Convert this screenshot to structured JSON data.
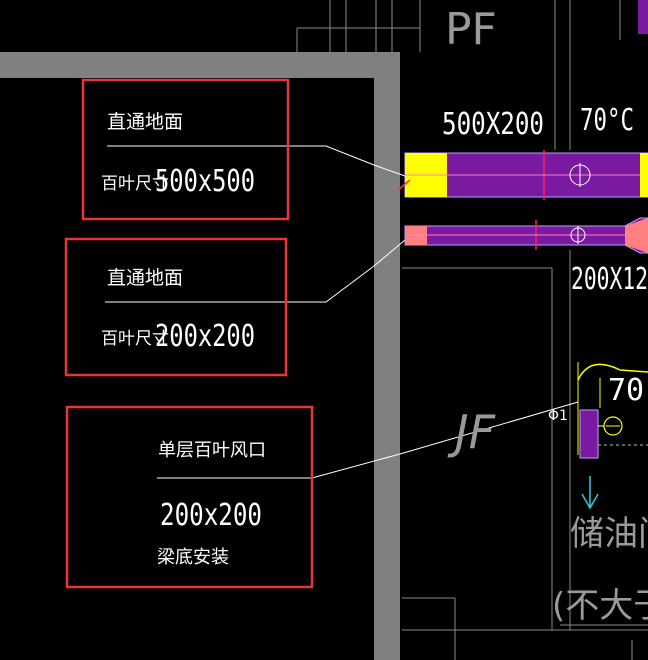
{
  "annotations": [
    {
      "line1": "直通地面",
      "line2": "百叶尺寸",
      "size": "500x500"
    },
    {
      "line1": "直通地面",
      "line2": "百叶尺寸",
      "size": "200x200"
    },
    {
      "line1": "单层百叶风口",
      "size": "200x200",
      "line3": "梁底安装"
    }
  ],
  "duct_labels": {
    "upper_size": "500X200",
    "upper_temp": "70°C",
    "lower_size": "200X12",
    "right_temp": "70",
    "small_label": "Φ1"
  },
  "room_labels": {
    "pf": "PF",
    "jf": "JF",
    "storage": "储油间",
    "note": "(不大于"
  },
  "colors": {
    "background": "#000000",
    "wall": "#808080",
    "highlight_box": "#e8353a",
    "duct_purple": "#7a1aa0",
    "duct_yellow": "#ffff00",
    "duct_pink": "#ff8080",
    "leader_line": "#ffffff",
    "cyan_arrow": "#35c8e0"
  }
}
